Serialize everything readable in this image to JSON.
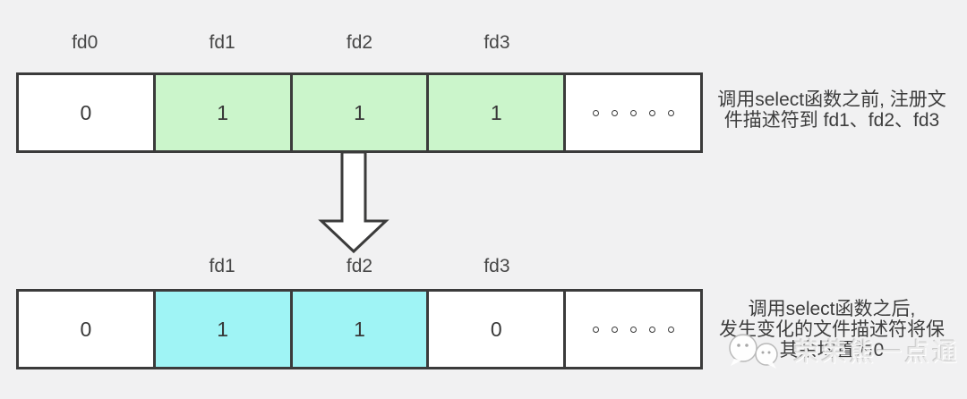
{
  "colors": {
    "background": "#f1f1f2",
    "border": "#3b3b3b",
    "green": "#cbf5cb",
    "cyan": "#9ff4f5",
    "white": "#ffffff",
    "text": "#3d3d3d",
    "watermark": "#e9e9e9"
  },
  "rows": [
    {
      "id": "before",
      "labels": [
        {
          "cell": 0,
          "text": "fd0"
        },
        {
          "cell": 1,
          "text": "fd1"
        },
        {
          "cell": 2,
          "text": "fd2"
        },
        {
          "cell": 3,
          "text": "fd3"
        }
      ],
      "cells": [
        {
          "value": "0",
          "fill": "white"
        },
        {
          "value": "1",
          "fill": "green"
        },
        {
          "value": "1",
          "fill": "green"
        },
        {
          "value": "1",
          "fill": "green"
        },
        {
          "value": "dots",
          "fill": "white"
        }
      ],
      "annotation_lines": [
        "调用select函数之前, 注册文",
        "件描述符到 fd1、fd2、fd3"
      ]
    },
    {
      "id": "after",
      "labels": [
        {
          "cell": 1,
          "text": "fd1"
        },
        {
          "cell": 2,
          "text": "fd2"
        },
        {
          "cell": 3,
          "text": "fd3"
        }
      ],
      "cells": [
        {
          "value": "0",
          "fill": "white"
        },
        {
          "value": "1",
          "fill": "cyan"
        },
        {
          "value": "1",
          "fill": "cyan"
        },
        {
          "value": "0",
          "fill": "white"
        },
        {
          "value": "dots",
          "fill": "white"
        }
      ],
      "annotation_lines": [
        "调用select函数之后,",
        "发生变化的文件描述符将保",
        "其余均置为0"
      ]
    }
  ],
  "arrow": {
    "direction": "down",
    "style": "hollow-outline"
  },
  "watermark": {
    "icon": "wechat-icon",
    "text": "荣荣熊一点通"
  }
}
